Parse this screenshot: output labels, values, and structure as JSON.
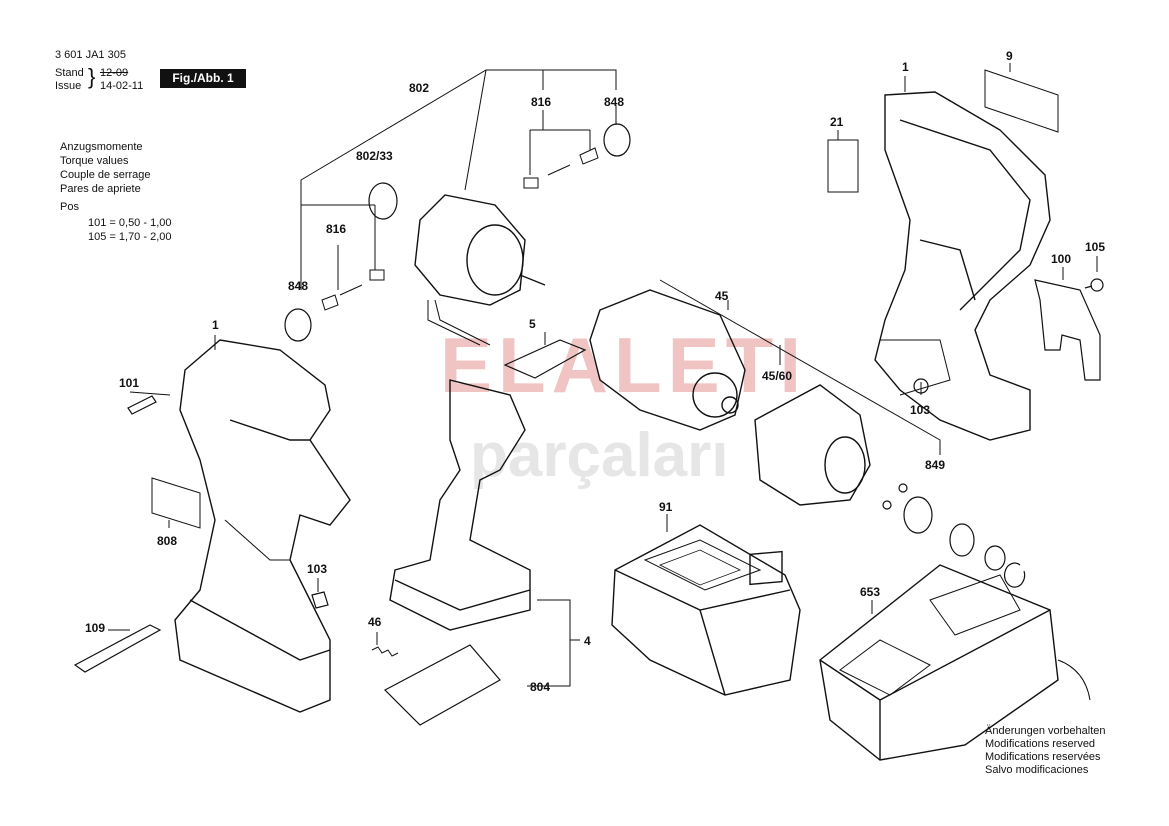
{
  "header": {
    "doc_number": "3 601 JA1 305",
    "stand_label": "Stand",
    "issue_label": "Issue",
    "stand_date": "12-09",
    "issue_date": "14-02-11",
    "fig_label": "Fig./Abb. 1"
  },
  "torque": {
    "lines": [
      "Anzugsmomente",
      "Torque values",
      "Couple de serrage",
      "Pares de apriete"
    ],
    "pos_label": "Pos",
    "rows": [
      "101 = 0,50 - 1,00",
      "105 = 1,70 - 2,00"
    ]
  },
  "part_labels": {
    "p802": "802",
    "p802_33": "802/33",
    "p816a": "816",
    "p848a": "848",
    "p816b": "816",
    "p848b": "848",
    "p1a": "1",
    "p101": "101",
    "p808": "808",
    "p109": "109",
    "p103a": "103",
    "p46": "46",
    "p804": "804",
    "p4": "4",
    "p5": "5",
    "p45": "45",
    "p45_60": "45/60",
    "p849": "849",
    "p91": "91",
    "p653": "653",
    "p1b": "1",
    "p9": "9",
    "p21": "21",
    "p100": "100",
    "p105": "105",
    "p103b": "103"
  },
  "footer_notes": [
    "Änderungen vorbehalten",
    "Modifications reserved",
    "Modifications reservées",
    "Salvo modificaciones"
  ],
  "watermark": {
    "line1": "ELALETI",
    "line2": "parçaları"
  },
  "colors": {
    "ink": "#111111",
    "watermark_red": "#e8a3a3",
    "watermark_grey": "#dddddd"
  }
}
